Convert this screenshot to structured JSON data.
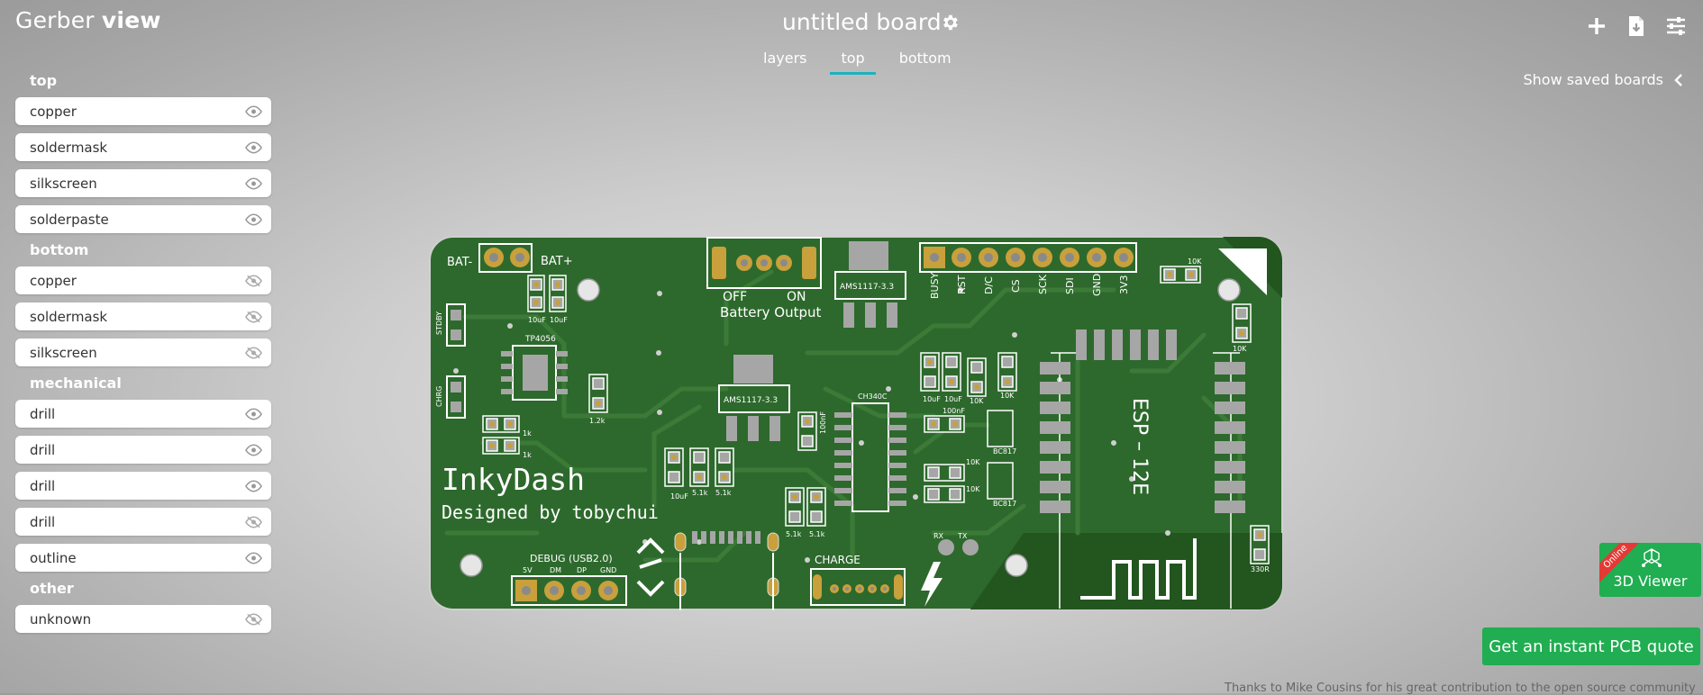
{
  "app": {
    "brand_light": "Gerber ",
    "brand_bold": "view"
  },
  "header": {
    "board_title": "untitled board",
    "settings_icon": "gear-icon",
    "tabs": [
      {
        "label": "layers",
        "active": false
      },
      {
        "label": "top",
        "active": true
      },
      {
        "label": "bottom",
        "active": false
      }
    ],
    "actions": [
      "plus-icon",
      "download-file-icon",
      "sliders-icon"
    ],
    "saved_boards_label": "Show saved boards"
  },
  "sidebar": {
    "groups": [
      {
        "title": "top",
        "layers": [
          {
            "name": "copper",
            "visible": true
          },
          {
            "name": "soldermask",
            "visible": true
          },
          {
            "name": "silkscreen",
            "visible": true
          },
          {
            "name": "solderpaste",
            "visible": true
          }
        ]
      },
      {
        "title": "bottom",
        "layers": [
          {
            "name": "copper",
            "visible": false
          },
          {
            "name": "soldermask",
            "visible": false
          },
          {
            "name": "silkscreen",
            "visible": false
          }
        ]
      },
      {
        "title": "mechanical",
        "layers": [
          {
            "name": "drill",
            "visible": true
          },
          {
            "name": "drill",
            "visible": true
          },
          {
            "name": "drill",
            "visible": true
          },
          {
            "name": "drill",
            "visible": false
          },
          {
            "name": "outline",
            "visible": true
          }
        ]
      },
      {
        "title": "other",
        "layers": [
          {
            "name": "unknown",
            "visible": false
          }
        ]
      }
    ]
  },
  "board": {
    "title": "InkyDash",
    "subtitle": "Designed by tobychui",
    "labels": {
      "bat_minus": "BAT-",
      "bat_plus": "BAT+",
      "off": "OFF",
      "on": "ON",
      "battery_output": "Battery Output",
      "reg1": "AMS1117-3.3",
      "reg2": "AMS1117-3.3",
      "charger": "TP4056",
      "usb_chip": "CH340C",
      "module": "ESP – 12E",
      "debug": "DEBUG (USB2.0)",
      "charge": "CHARGE",
      "stdby": "STDBY",
      "chrg": "CHRG",
      "rx": "RX",
      "tx": "TX",
      "bc1": "BC817",
      "bc2": "BC817",
      "debug_pins": [
        "5V",
        "DM",
        "DP",
        "GND"
      ],
      "header_pins": [
        "BUSY",
        "RST",
        "D/C",
        "CS",
        "SCK",
        "SDI",
        "GND",
        "3V3"
      ],
      "parts": [
        "10uF",
        "10uF",
        "1k",
        "1k",
        "1.2k",
        "10uF",
        "5.1k",
        "5.1k",
        "5.1k",
        "5.1k",
        "100nF",
        "10uF",
        "10uF",
        "10K",
        "10K",
        "100nF",
        "10K",
        "10K",
        "10K",
        "10K",
        "330R"
      ]
    }
  },
  "buttons": {
    "viewer_ribbon": "Online",
    "viewer_label": "3D Viewer",
    "quote_label": "Get an instant PCB quote"
  },
  "footer": {
    "credits": "Thanks to Mike Cousins for his great contribution to the open source community"
  },
  "colors": {
    "accent_tab": "#19b4c1",
    "pcb_green": "#2e6a2e",
    "pad_gold": "#c8a03c",
    "button_green": "#21ad51",
    "ribbon_red": "#e53935"
  }
}
